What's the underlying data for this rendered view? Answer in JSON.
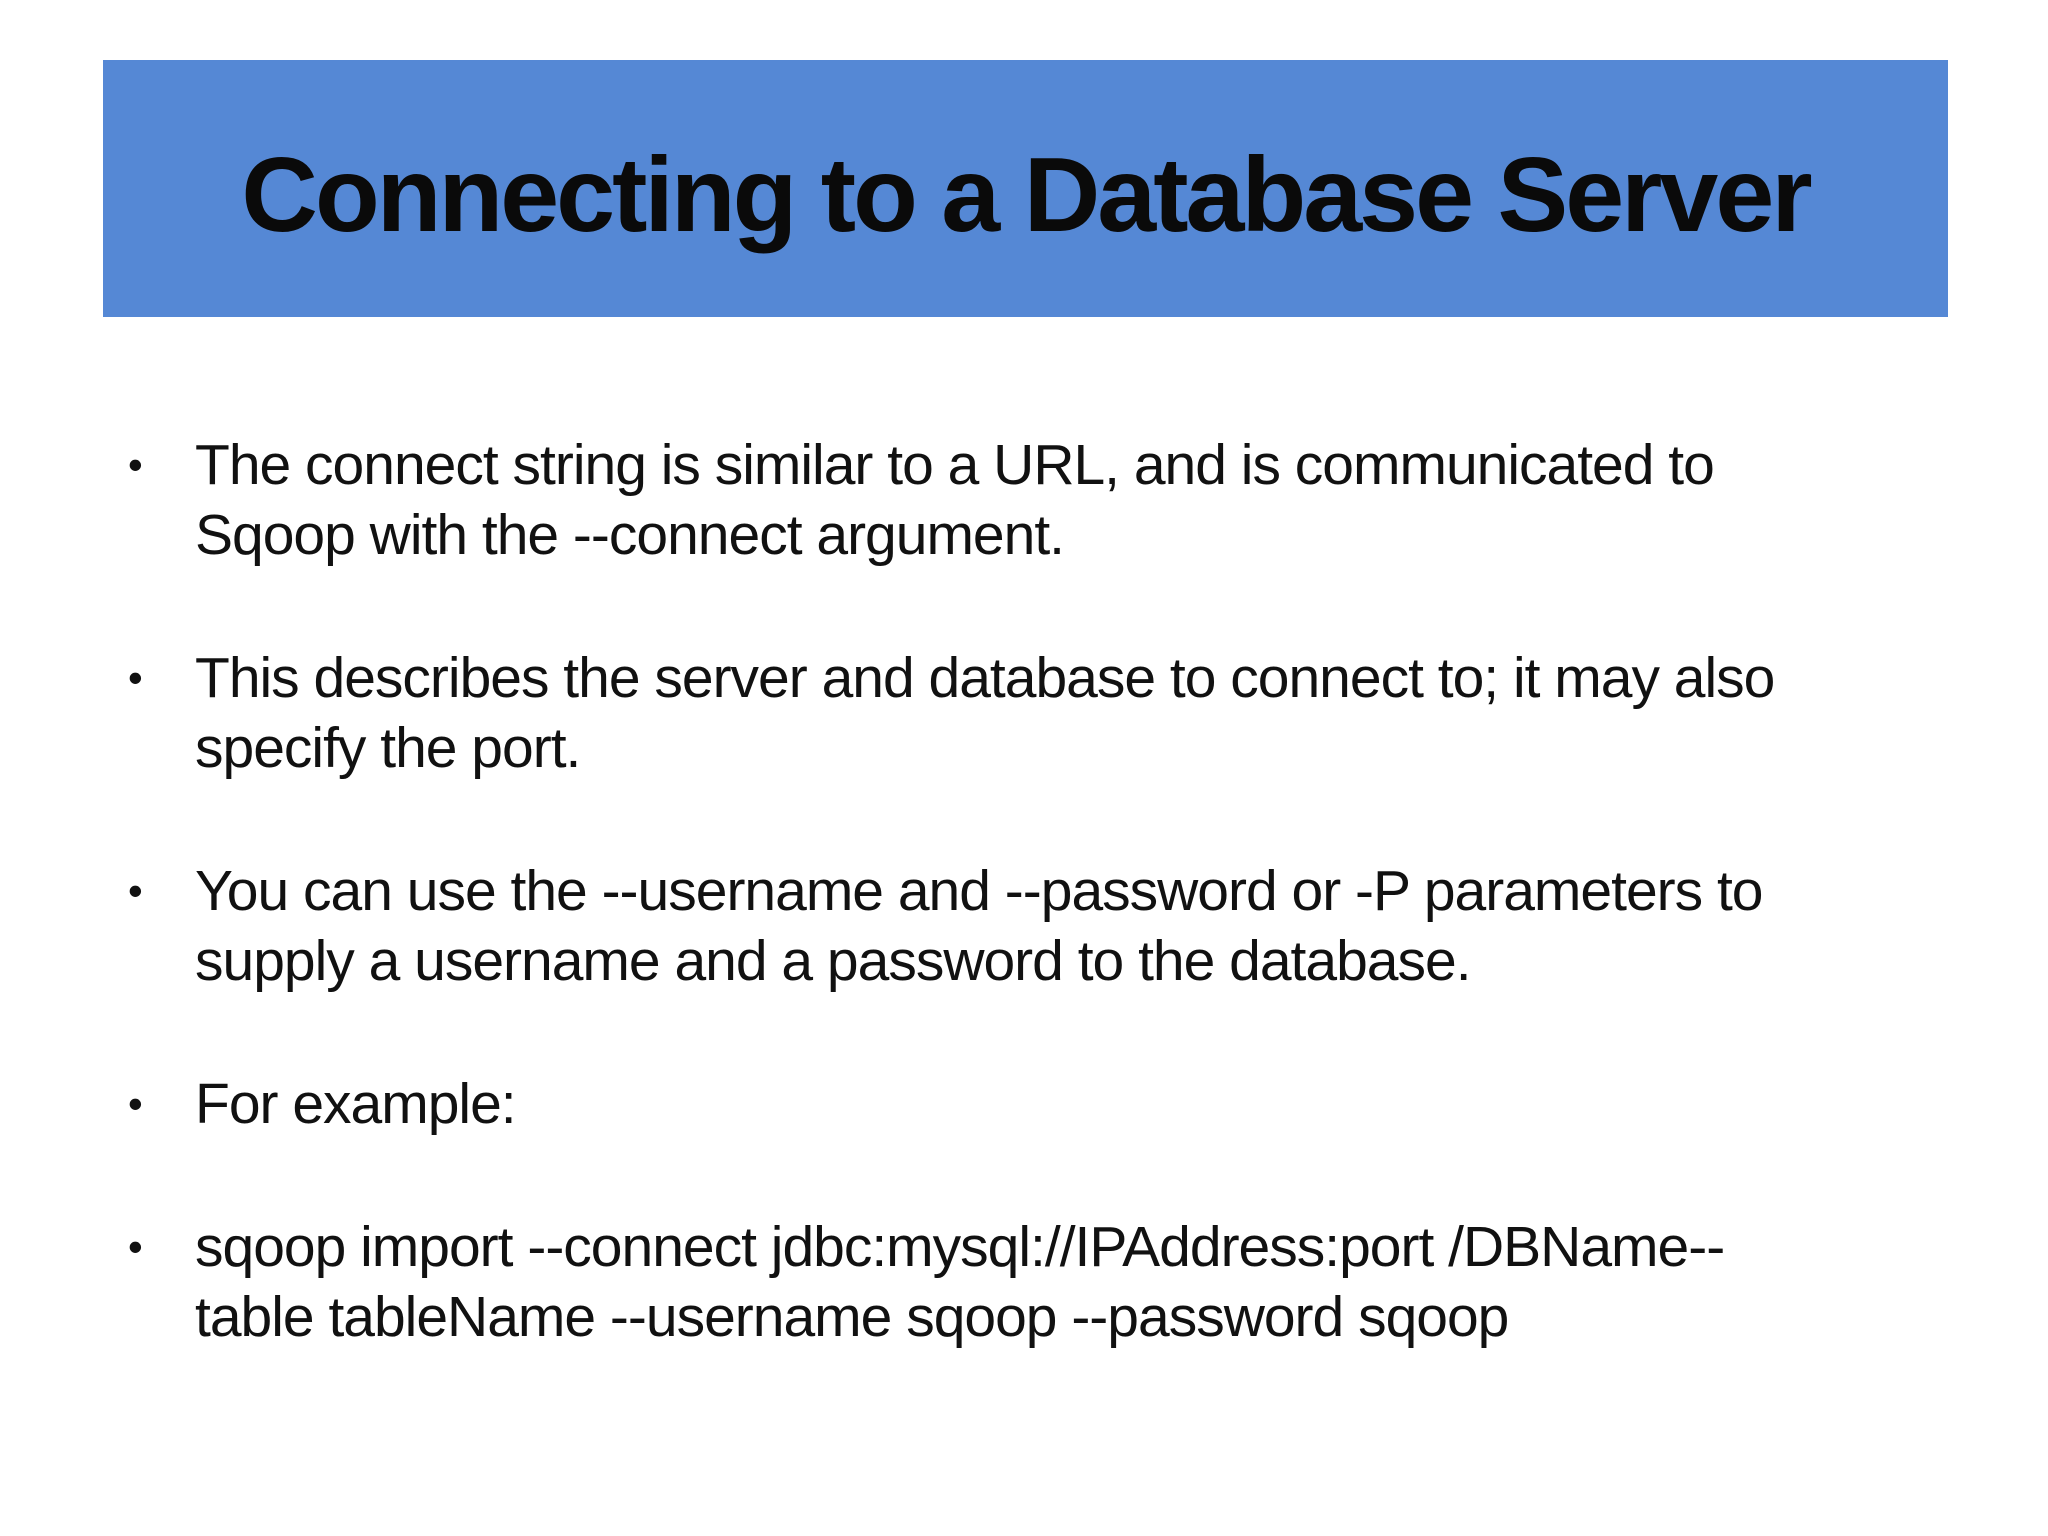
{
  "slide": {
    "title": "Connecting to a Database Server",
    "bullet_glyph": "•",
    "bullets": [
      {
        "text": "The connect string is similar to a URL, and is communicated to\nSqoop with the --connect argument."
      },
      {
        "text": "This describes the server and database to connect to; it may also\nspecify the port."
      },
      {
        "text": "You can use the --username and --password or -P parameters to\nsupply a username and a password to the database."
      },
      {
        "text": "For example:"
      },
      {
        "text": "sqoop import --connect jdbc:mysql://IPAddress:port /DBName--\ntable tableName --username sqoop --password sqoop"
      }
    ],
    "colors": {
      "banner": "#5588D5",
      "title_text": "#0a0a0a",
      "body_text": "#111111",
      "background": "#ffffff"
    }
  }
}
